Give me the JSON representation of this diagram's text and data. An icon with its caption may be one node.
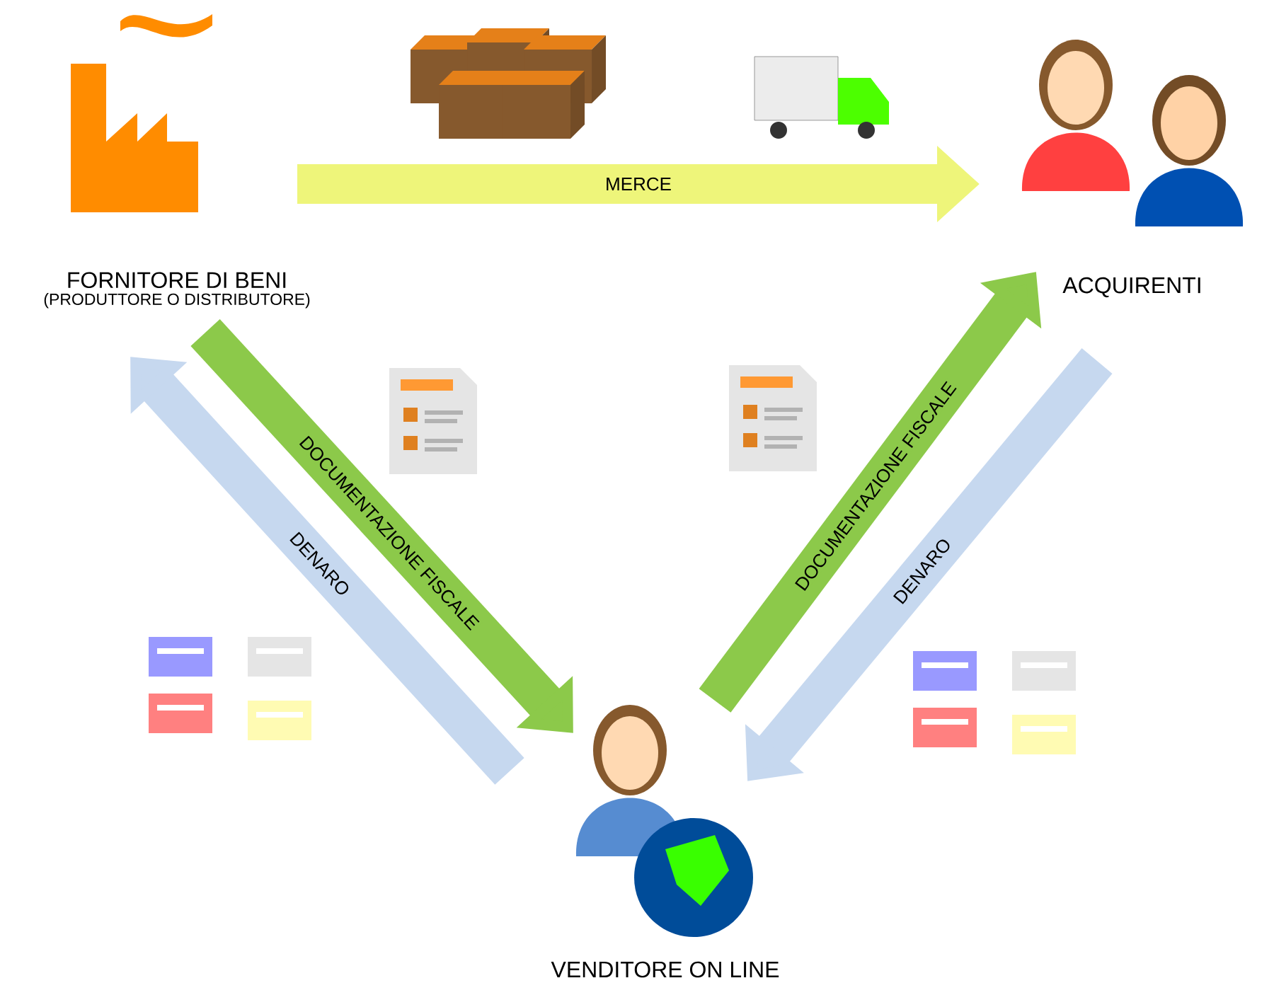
{
  "diagram": {
    "nodes": [
      {
        "text": [
          "FORNITORE DI BENI",
          "(PRODUTTORE O DISTRIBUTORE)"
        ]
      },
      {
        "text": [
          "ACQUIRENTI"
        ]
      },
      {
        "text": [
          "VENDITORE ON LINE"
        ]
      }
    ],
    "edges": [
      {
        "from": 0,
        "to": 1,
        "arrow": "to",
        "label": "MERCE",
        "color": "#eef57a"
      },
      {
        "from": 0,
        "to": 2,
        "arrow": "to",
        "label": "DOCUMENTAZIONE FISCALE",
        "color": "#8cc94a"
      },
      {
        "from": 2,
        "to": 0,
        "arrow": "to",
        "label": "DENARO",
        "color": "#c6d8ef"
      },
      {
        "from": 2,
        "to": 1,
        "arrow": "to",
        "label": "DOCUMENTAZIONE FISCALE",
        "color": "#8cc94a"
      },
      {
        "from": 1,
        "to": 2,
        "arrow": "to",
        "label": "DENARO",
        "color": "#c6d8ef"
      }
    ]
  }
}
